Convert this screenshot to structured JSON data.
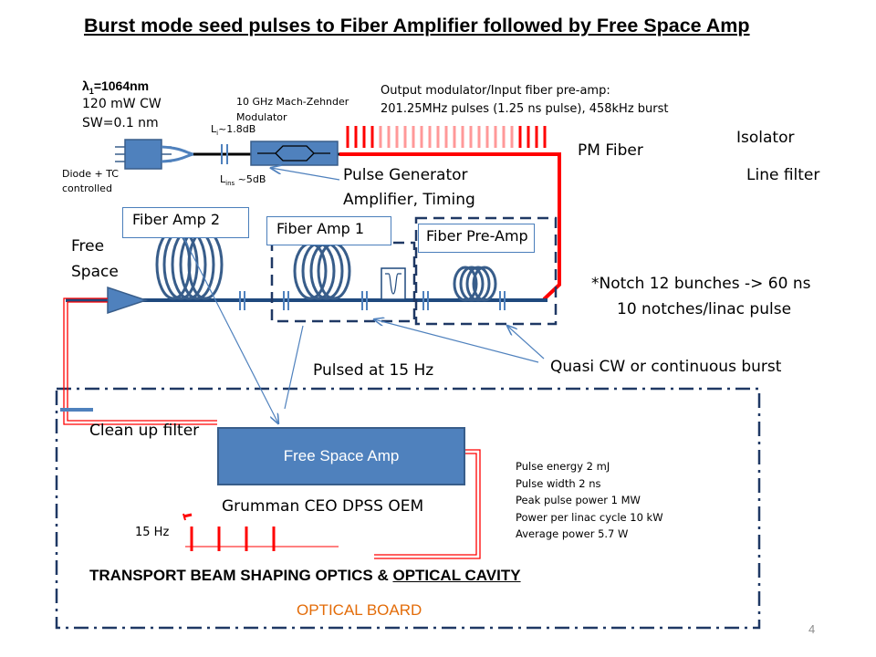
{
  "title": "Burst mode seed pulses to Fiber Amplifier followed by Free Space Amp",
  "laser": {
    "wavelength_prefix": "λ",
    "wavelength_sub": "1",
    "wavelength_value": "=1064nm",
    "power": "120 mW CW",
    "sw": "SW=0.1 nm",
    "diode": "Diode + TC",
    "diode2": "controlled"
  },
  "loss_l": {
    "main": "L",
    "sub": "i",
    "rest": "~1.8dB"
  },
  "loss_ins": {
    "main": "L",
    "sub": "ins",
    "rest": " ~5dB"
  },
  "modulator": {
    "line1": "10 GHz Mach-Zehnder",
    "line2": "Modulator"
  },
  "output_mod": {
    "line1": "Output modulator/Input fiber pre-amp:",
    "line2": "201.25MHz pulses (1.25 ns pulse), 458kHz burst"
  },
  "pm_fiber": "PM Fiber",
  "isolator": "Isolator",
  "line_filter": "Line filter",
  "pulse_gen": {
    "line1": "Pulse Generator",
    "line2": "Amplifier, Timing"
  },
  "fiber_amp2": "Fiber Amp 2",
  "fiber_amp1": "Fiber Amp 1",
  "fiber_preamp": "Fiber Pre-Amp",
  "free_space": {
    "line1": "Free",
    "line2": "Space"
  },
  "notch": {
    "line1": "*Notch 12 bunches -> 60 ns",
    "line2": "10 notches/linac pulse"
  },
  "pulsed": "Pulsed at 15 Hz",
  "quasi": "Quasi CW or continuous burst",
  "cleanup": "Clean up filter",
  "free_space_amp": "Free Space Amp",
  "grumman": "Grumman CEO DPSS OEM",
  "hz15": "15 Hz",
  "specs": {
    "energy": "Pulse energy 2 mJ",
    "width": "Pulse width 2 ns",
    "peak": "Peak pulse power 1 MW",
    "linac": "Power per linac cycle 10 kW",
    "avg": "Average power 5.7 W"
  },
  "bottom": {
    "part1": "TRANSPORT BEAM SHAPING OPTICS & ",
    "part2": "OPTICAL CAVITY"
  },
  "optical_board": "OPTICAL BOARD",
  "page": "4",
  "colors": {
    "beam_red": "#ff0000",
    "box_blue": "#4f81bd",
    "line_blue": "#1f497d",
    "dash_navy": "#1f3864",
    "arrow_blue": "#4f81bd",
    "orange": "#e36c09"
  }
}
